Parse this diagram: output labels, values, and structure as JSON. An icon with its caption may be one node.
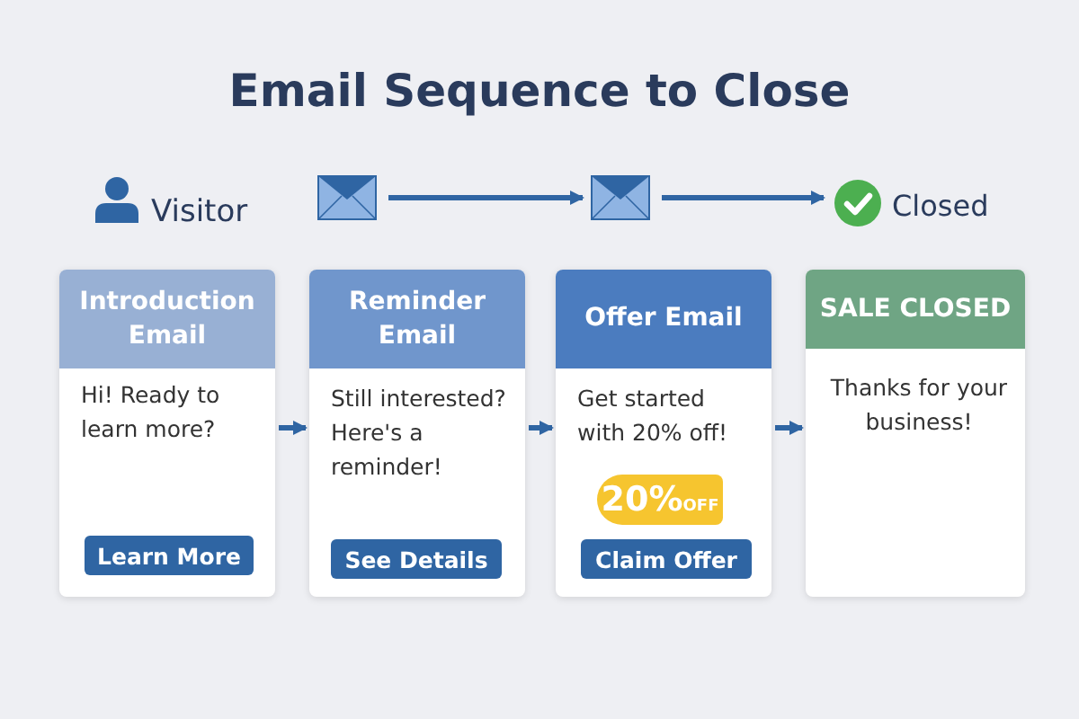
{
  "diagram": {
    "title": "Email Sequence to Close",
    "nodes": [
      {
        "text": [
          "Visitor"
        ]
      },
      {
        "text": [],
        "shape": "envelope"
      },
      {
        "text": [],
        "shape": "envelope"
      },
      {
        "text": [
          "Closed"
        ]
      },
      {
        "text": [
          "Introduction Email",
          "Hi! Ready to learn more?"
        ]
      },
      {
        "text": [
          "Learn More"
        ],
        "in": 4
      },
      {
        "text": [
          "Reminder Email",
          "Still interested? Here's a reminder!"
        ]
      },
      {
        "text": [
          "See Details"
        ],
        "in": 6
      },
      {
        "text": [
          "Offer Email",
          "Get started with 20% off!"
        ]
      },
      {
        "text": [
          "20%",
          "OFF"
        ],
        "in": 8
      },
      {
        "text": [
          "Claim Offer"
        ],
        "in": 8
      },
      {
        "text": [
          "SALE CLOSED",
          "Thanks for your business!"
        ]
      }
    ],
    "edges": [
      {
        "from": 1,
        "to": 2,
        "arrow": "to"
      },
      {
        "from": 2,
        "to": 3,
        "arrow": "to"
      },
      {
        "from": 4,
        "to": 6,
        "arrow": "to"
      },
      {
        "from": 6,
        "to": 8,
        "arrow": "to"
      },
      {
        "from": 8,
        "to": 11,
        "arrow": "to"
      }
    ]
  }
}
